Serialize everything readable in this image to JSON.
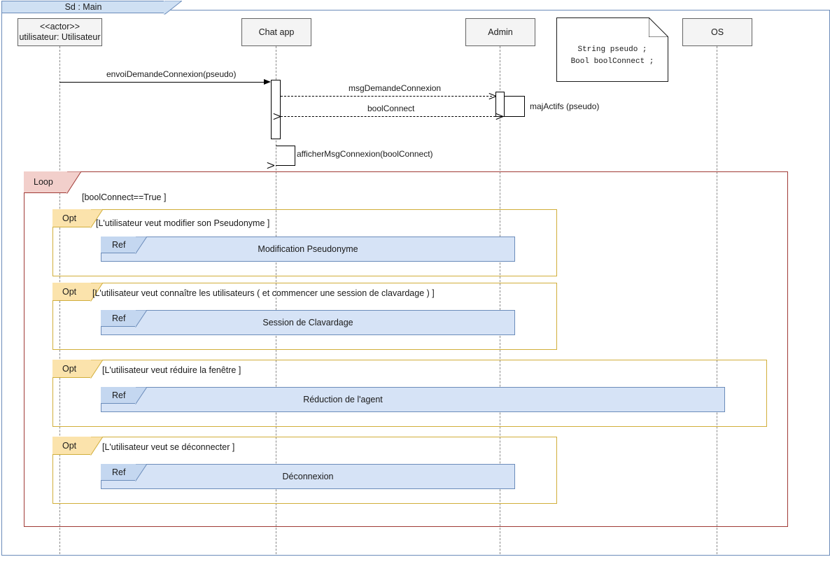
{
  "diagram": {
    "tab_label": "Sd :  Main",
    "frame_border_color": "#6b8cba",
    "tab_fill_color": "#cfe0f3"
  },
  "lifelines": [
    {
      "id": "utilisateur",
      "stereotype": "<<actor>>",
      "name": "utilisateur: Utilisateur"
    },
    {
      "id": "chatapp",
      "stereotype": "",
      "name": "Chat app"
    },
    {
      "id": "admin",
      "stereotype": "",
      "name": "Admin"
    },
    {
      "id": "os",
      "stereotype": "",
      "name": "OS"
    }
  ],
  "note": {
    "line1": "String pseudo ;",
    "line2": "Bool boolConnect ;"
  },
  "messages": [
    {
      "label": "envoiDemandeConnexion(pseudo)",
      "style": "solid",
      "direction": "right"
    },
    {
      "label": "msgDemandeConnexion",
      "style": "dashed",
      "direction": "right"
    },
    {
      "label": "boolConnect",
      "style": "dashed",
      "direction": "left"
    },
    {
      "label": "majActifs (pseudo)",
      "style": "self",
      "direction": "self"
    },
    {
      "label": "afficherMsgConnexion(boolConnect)",
      "style": "self",
      "direction": "self"
    }
  ],
  "fragments": {
    "loop": {
      "operator": "Loop",
      "guard": "[boolConnect==True ]",
      "border_color": "#a03a36",
      "tab_fill_color": "#f2cfcb"
    },
    "opts": [
      {
        "operator": "Opt",
        "guard": "[L'utilisateur veut modifier son Pseudonyme ]",
        "ref": {
          "operator": "Ref",
          "label": "Modification Pseudonyme"
        }
      },
      {
        "operator": "Opt",
        "guard": "[L'utilisateur veut connaître les utilisateurs ( et commencer une session de clavardage ) ]",
        "ref": {
          "operator": "Ref",
          "label": "Session de Clavardage"
        }
      },
      {
        "operator": "Opt",
        "guard": "[L'utilisateur veut réduire la fenêtre ]",
        "ref": {
          "operator": "Ref",
          "label": "Réduction de l'agent"
        }
      },
      {
        "operator": "Opt",
        "guard": "[L'utilisateur veut se déconnecter ]",
        "ref": {
          "operator": "Ref",
          "label": "Déconnexion"
        }
      }
    ],
    "opt_border_color": "#d1ae3a",
    "opt_tab_fill_color": "#fbe3ac",
    "ref_fill_color": "#d6e3f6",
    "ref_border_color": "#6b8cba"
  }
}
